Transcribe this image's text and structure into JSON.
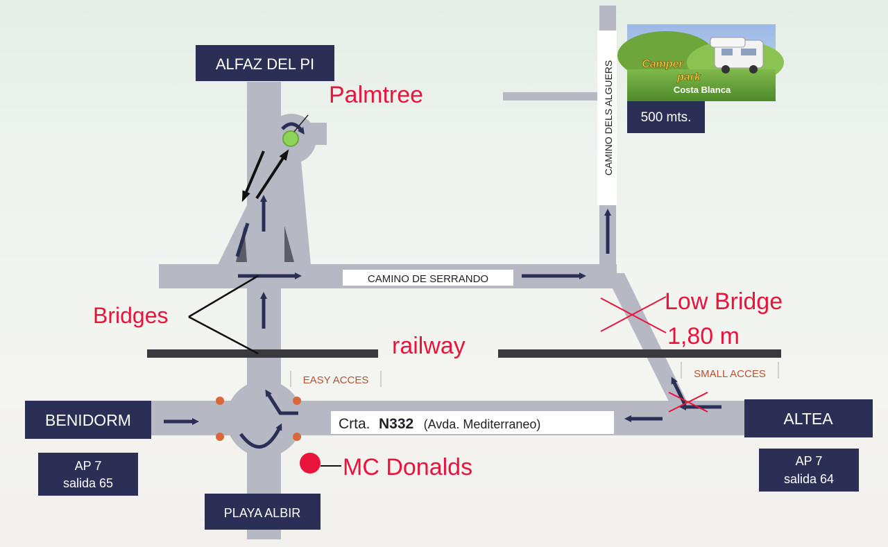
{
  "colors": {
    "road": "#b6b8c4",
    "navy": "#2b2f55",
    "red": "#e8143c",
    "railway": "#3a3a3e",
    "orange": "#d9673a",
    "palm": "#8ed35a",
    "box_text": "#ffffff",
    "road_label_text": "#222222",
    "access_text": "#b3532f"
  },
  "places": {
    "alfaz_del_pi": "ALFAZ DEL PI",
    "benidorm": "BENIDORM",
    "altea": "ALTEA",
    "playa_albir": "PLAYA ALBIR",
    "ap7_left_line1": "AP 7",
    "ap7_left_line2": "salida 65",
    "ap7_right_line1": "AP 7",
    "ap7_right_line2": "salida 64",
    "distance": "500 mts."
  },
  "roads": {
    "camino_serrando": "CAMINO DE SERRANDO",
    "camino_alguers": "CAMINO DELS ALGUERS",
    "crta_prefix": "Crta.",
    "crta_number": "N332",
    "crta_suffix": "(Avda. Mediterraneo)",
    "easy_access": "EASY ACCES",
    "small_access": "SMALL ACCES"
  },
  "annotations": {
    "palmtree": "Palmtree",
    "bridges": "Bridges",
    "railway": "railway",
    "low_bridge_line1": "Low Bridge",
    "low_bridge_line2": "1,80 m",
    "mc_donalds": "MC Donalds"
  },
  "logo": {
    "line1": "Camper",
    "line2": "park",
    "line3": "Costa Blanca"
  },
  "icons": [
    "arrow-icon",
    "roundabout-arrow-icon",
    "cross-icon",
    "palmtree-icon",
    "mcdonalds-marker-icon",
    "camper-van-icon"
  ]
}
